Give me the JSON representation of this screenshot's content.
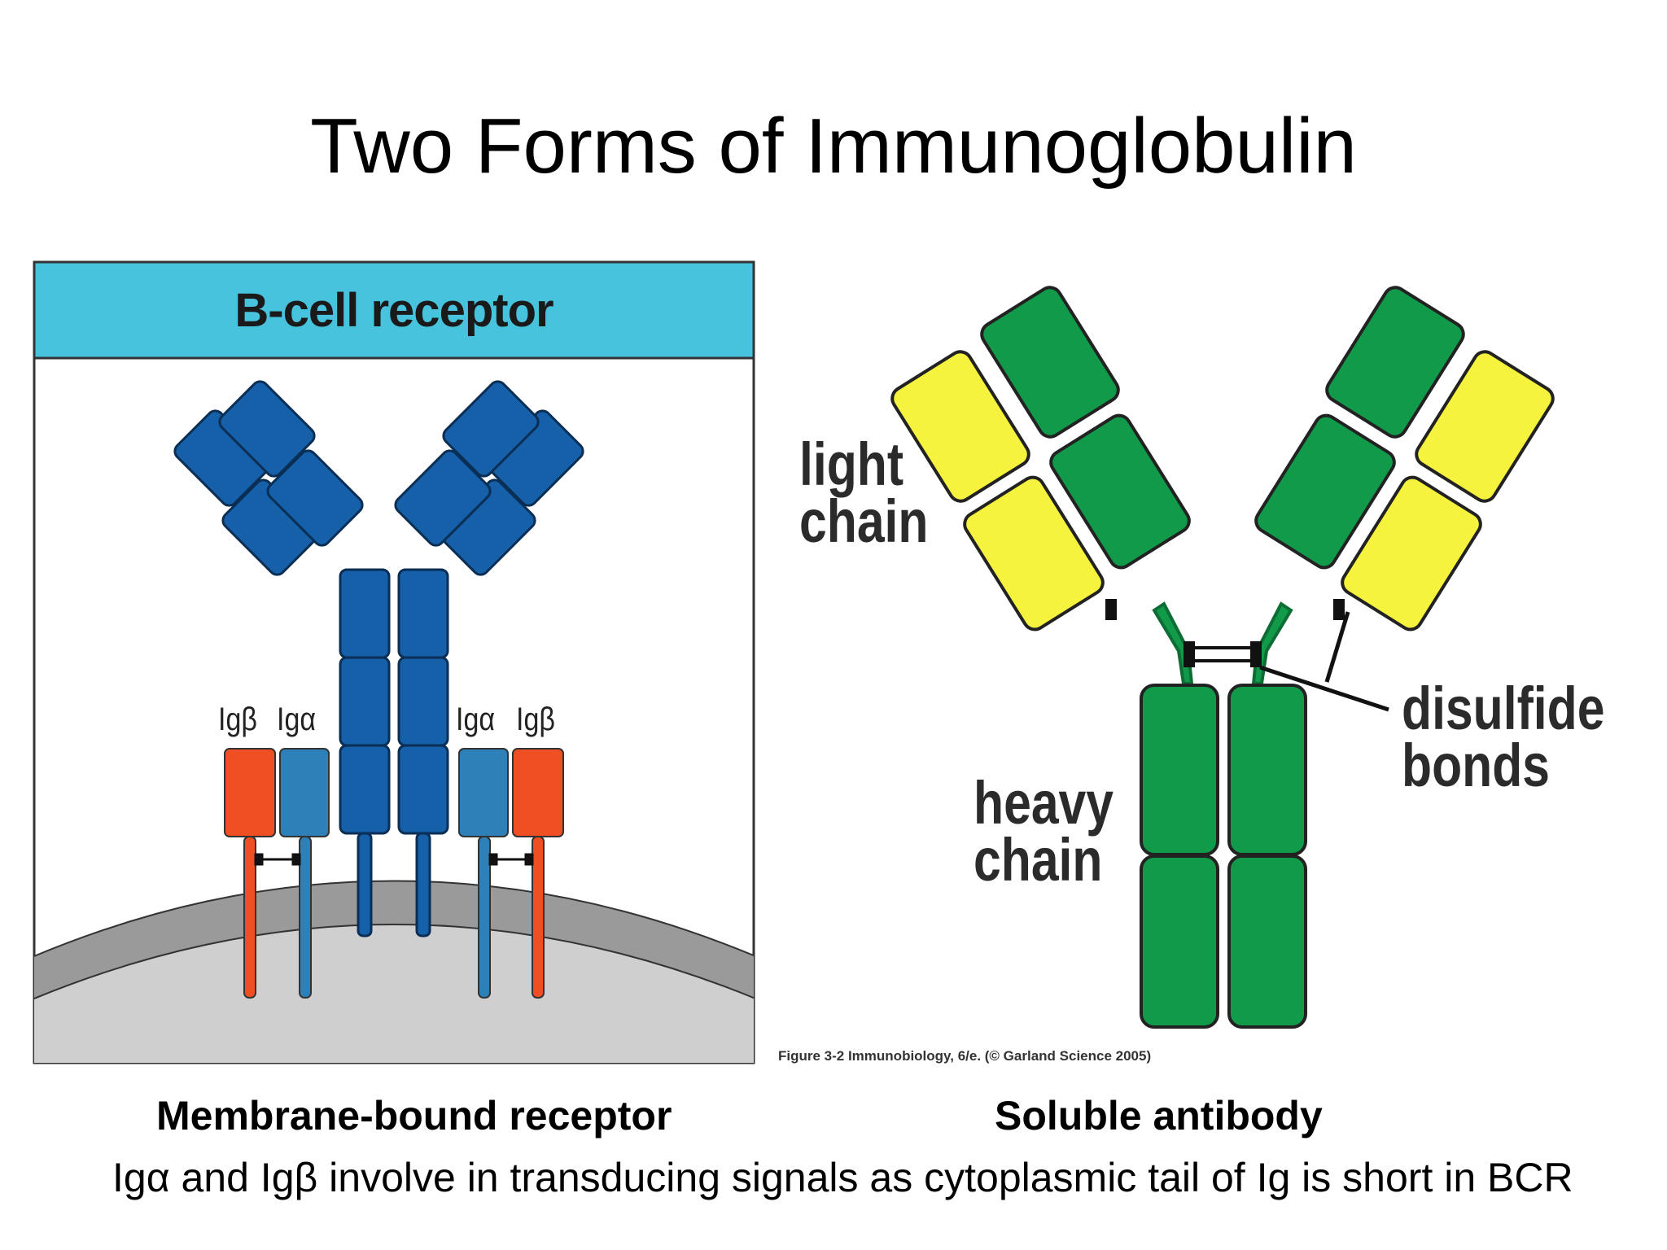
{
  "title": "Two Forms of Immunoglobulin",
  "left_panel": {
    "header": "B-cell receptor",
    "labels": {
      "ig_beta_left": "Igβ",
      "ig_alpha_left": "Igα",
      "ig_alpha_right": "Igα",
      "ig_beta_right": "Igβ"
    }
  },
  "right_panel": {
    "light_chain": [
      "light",
      "chain"
    ],
    "heavy_chain": [
      "heavy",
      "chain"
    ],
    "disulfide_bonds": [
      "disulfide",
      "bonds"
    ],
    "figure_credit": "Figure 3-2 Immunobiology, 6/e. (© Garland Science 2005)"
  },
  "captions": {
    "membrane": "Membrane-bound receptor",
    "soluble": "Soluble antibody"
  },
  "note": "Igα and Igβ involve in transducing signals as cytoplasmic tail of Ig is short in BCR",
  "colors": {
    "header_bg": "#48c3dd",
    "bcr_blue": "#1560a8",
    "ig_alpha": "#2e80b8",
    "ig_beta": "#f04f24",
    "heavy_green": "#119a4a",
    "light_yellow": "#f5f33d",
    "membrane_dark": "#9a9a9a",
    "membrane_light": "#cfcfcf"
  }
}
